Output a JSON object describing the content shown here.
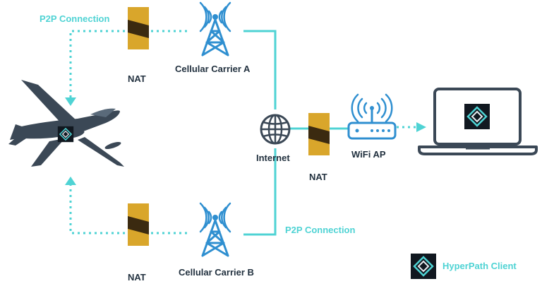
{
  "labels": {
    "p2p_top": "P2P Connection",
    "p2p_bottom": "P2P Connection",
    "nat_top": "NAT",
    "nat_middle": "NAT",
    "nat_bottom": "NAT",
    "carrier_a": "Cellular Carrier A",
    "carrier_b": "Cellular Carrier B",
    "internet": "Internet",
    "wifi_ap": "WiFi AP",
    "legend": "HyperPath Client"
  },
  "colors": {
    "teal": "#4fd3d4",
    "navy": "#3b4856",
    "blue": "#2f8fd0",
    "gold": "#d9a62b",
    "gold_dark": "#3b2a10",
    "label": "#22313f"
  },
  "icons": {
    "aircraft": "drone-aircraft-icon",
    "tower": "cell-tower-icon",
    "globe": "globe-icon",
    "router": "wifi-router-icon",
    "laptop": "laptop-icon",
    "client": "hyperpath-logo-icon"
  }
}
